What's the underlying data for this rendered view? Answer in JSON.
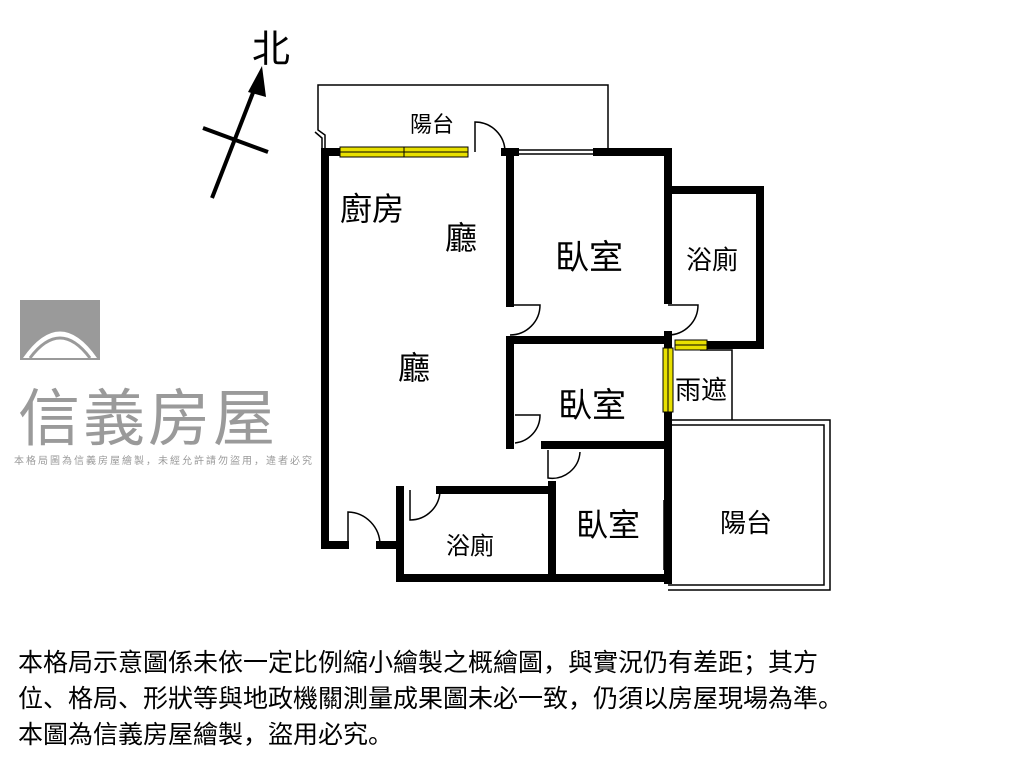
{
  "compass": {
    "north_label": "北"
  },
  "rooms": {
    "balcony_top": "陽台",
    "kitchen": "廚房",
    "living_upper": "廳",
    "living_lower": "廳",
    "bedroom_1": "臥室",
    "bath_1": "浴廁",
    "bedroom_2": "臥室",
    "rain_cover": "雨遮",
    "bedroom_3": "臥室",
    "bath_2": "浴廁",
    "balcony_right": "陽台"
  },
  "watermark": {
    "brand": "信義房屋",
    "notice": "本格局圖為信義房屋繪製，未經允許請勿盜用，違者必究"
  },
  "disclaimer": {
    "lines": [
      "本格局示意圖係未依一定比例縮小繪製之概繪圖，與實況仍有差距；其方",
      "位、格局、形狀等與地政機關測量成果圖未必一致，仍須以房屋現場為準。",
      "本圖為信義房屋繪製，盜用必究。"
    ]
  },
  "colors": {
    "wall": "#000000",
    "window": "#e8e000",
    "watermark": "#9a9a9a"
  }
}
